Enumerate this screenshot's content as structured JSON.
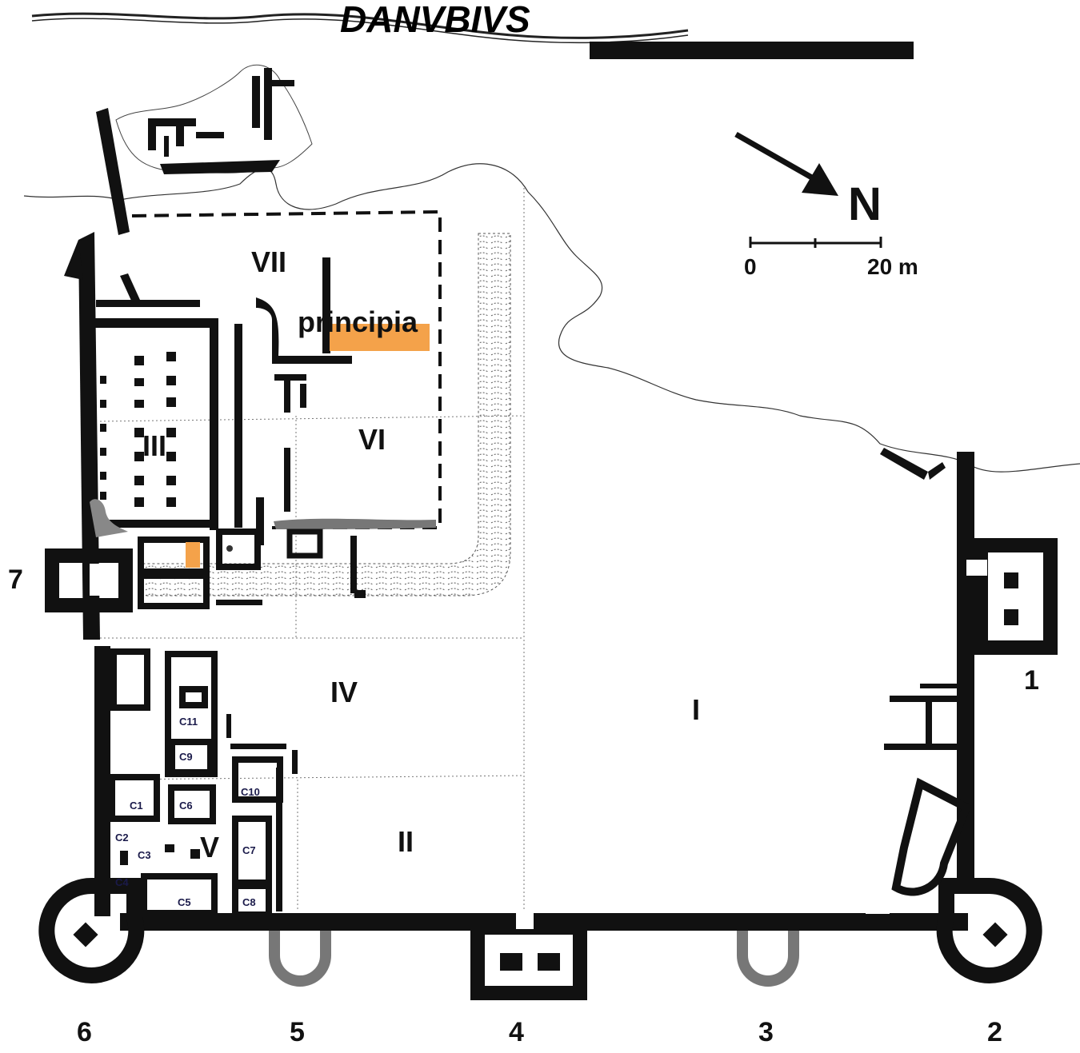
{
  "river": {
    "name": "DANVBIVS"
  },
  "compass": {
    "label": "N",
    "icon": "north-arrow-icon"
  },
  "scale": {
    "start": "0",
    "end": "20 m"
  },
  "areas": [
    {
      "id": "I",
      "label": "I"
    },
    {
      "id": "II",
      "label": "II"
    },
    {
      "id": "III",
      "label": "III"
    },
    {
      "id": "IV",
      "label": "IV"
    },
    {
      "id": "V",
      "label": "V"
    },
    {
      "id": "VI",
      "label": "VI"
    },
    {
      "id": "VII",
      "label": "VII"
    }
  ],
  "principia": {
    "label": "principia"
  },
  "rooms": [
    "C1",
    "C2",
    "C3",
    "C4",
    "C5",
    "C6",
    "C7",
    "C8",
    "C9",
    "C10",
    "C11"
  ],
  "gates": [
    "1",
    "2",
    "3",
    "4",
    "5",
    "6",
    "7"
  ],
  "colors": {
    "wall": "#111111",
    "highlight": "#f4a24a",
    "grey_feature": "#7a7a7a",
    "background": "#ffffff"
  }
}
